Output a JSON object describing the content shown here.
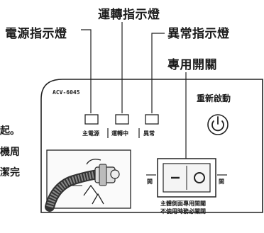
{
  "callouts": {
    "power_indicator": "電源指示燈",
    "running_indicator": "運轉指示燈",
    "error_indicator": "異常指示燈",
    "dedicated_switch": "專用開關"
  },
  "panel": {
    "model": "ACV-6045",
    "restart_label": "重新啟動",
    "indicator_labels": [
      "主電源",
      "運轉中",
      "異常"
    ],
    "switch_side_labels": {
      "left": "開",
      "right": "開"
    },
    "switch_note": [
      "主體側面專用開關",
      "不使用時務必關閉"
    ]
  },
  "side_text": [
    "起。",
    "機周",
    "潔完"
  ]
}
